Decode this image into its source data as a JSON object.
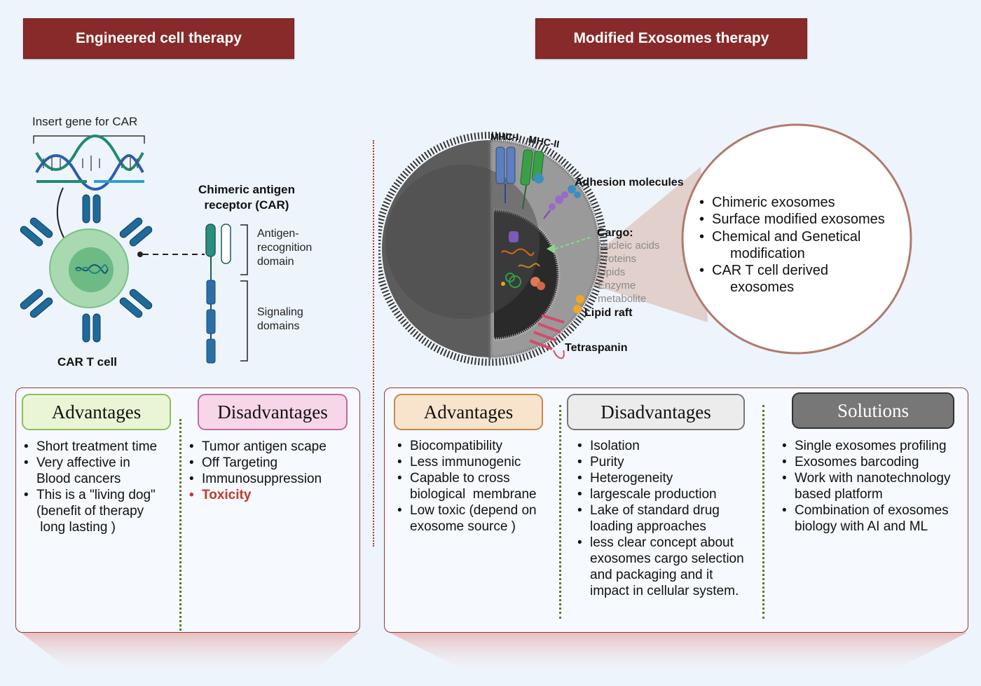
{
  "headers": {
    "left": "Engineered cell therapy",
    "right": "Modified Exosomes  therapy"
  },
  "car_diagram": {
    "insert_gene": "Insert gene for CAR",
    "car_title_1": "Chimeric antigen",
    "car_title_2": "receptor (CAR)",
    "antigen_1": "Antigen-",
    "antigen_2": "recognition",
    "antigen_3": "domain",
    "signaling_1": "Signaling",
    "signaling_2": "domains",
    "car_t_cell": "CAR T cell"
  },
  "exosome_diagram": {
    "mhc1": "MHC-I",
    "mhc2": "MHC-II",
    "adhesion": "Adhesion molecules",
    "cargo": "Cargo:",
    "cargo_items": [
      "Nucleic acids",
      "Proteins",
      "Lipids",
      "Enzyme",
      "metabolite"
    ],
    "lipid_raft": "Lipid raft",
    "tetraspanin": "Tetraspanin",
    "callout_items": [
      {
        "l1": "Chimeric exosomes",
        "l2": ""
      },
      {
        "l1": "Surface modified exosomes",
        "l2": ""
      },
      {
        "l1": "Chemical and Genetical",
        "l2": "modification"
      },
      {
        "l1": "CAR T cell derived",
        "l2": "exosomes"
      }
    ]
  },
  "cell_therapy": {
    "advantages_title": "Advantages",
    "advantages": [
      [
        "Short treatment time"
      ],
      [
        "Very affective in",
        "Blood cancers"
      ],
      [
        "This is a \"living dog\"",
        "(benefit of therapy",
        " long lasting )"
      ]
    ],
    "disadvantages_title": "Disadvantages",
    "disadvantages": [
      "Tumor antigen scape",
      "Off Targeting",
      "Immunosuppression",
      "Toxicity"
    ]
  },
  "exosome_therapy": {
    "advantages_title": "Advantages",
    "advantages": [
      [
        "Biocompatibility"
      ],
      [
        "Less immunogenic"
      ],
      [
        "Capable to cross",
        "biological  membrane"
      ],
      [
        "Low toxic (depend on",
        "exosome source )"
      ]
    ],
    "disadvantages_title": "Disadvantages",
    "disadvantages": [
      [
        "Isolation"
      ],
      [
        "Purity"
      ],
      [
        "Heterogeneity"
      ],
      [
        "largescale production"
      ],
      [
        "Lake of standard drug",
        "loading approaches"
      ],
      [
        "less clear concept about",
        "exosomes cargo selection",
        "and packaging and it",
        "impact in cellular system."
      ]
    ],
    "solutions_title": "Solutions",
    "solutions": [
      [
        "Single exosomes profiling"
      ],
      [
        "Exosomes barcoding"
      ],
      [
        "Work with nanotechnology",
        "based platform"
      ],
      [
        "Combination of exosomes",
        "biology with AI and ML"
      ]
    ]
  },
  "colors": {
    "header": "#882a2a",
    "adv_cell": "#eaf5d6",
    "disadv_cell": "#f8d6ea",
    "adv_exo": "#f8e4cc",
    "disadv_exo": "#ececec",
    "solutions": "#777777",
    "red_item": "#c0392b"
  }
}
